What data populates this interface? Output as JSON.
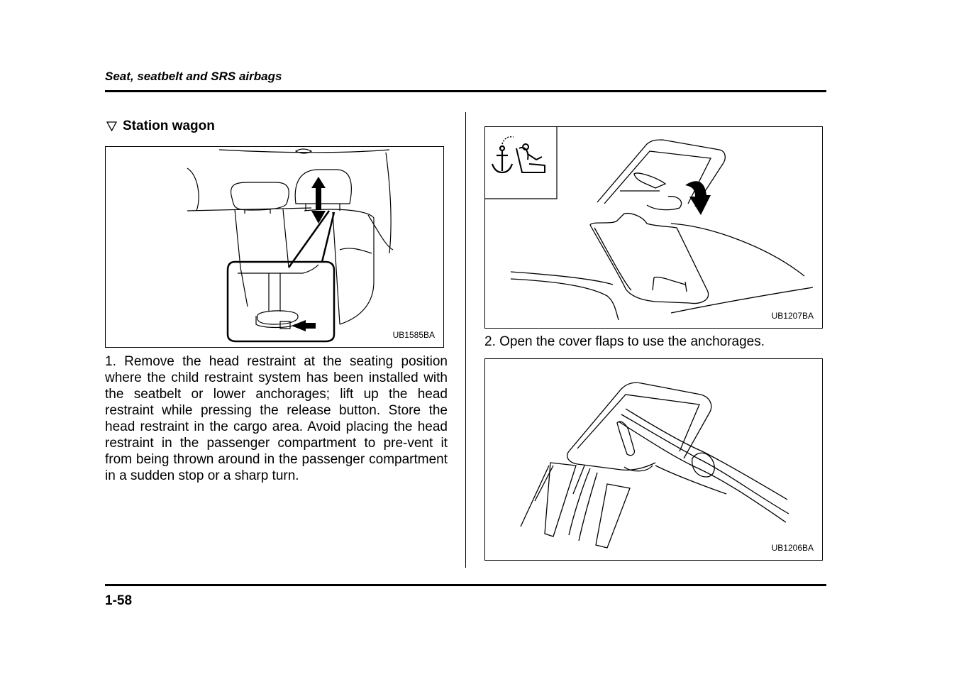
{
  "header": {
    "title": "Seat, seatbelt and SRS airbags"
  },
  "section": {
    "heading": "Station wagon",
    "marker_icon": "down-triangle-outline"
  },
  "figures": {
    "head_restraint": {
      "code": "UB1585BA"
    },
    "anchorage_cover": {
      "code": "UB1207BA",
      "inset_icon": "child-seat-anchor-icon"
    },
    "anchorage_hook": {
      "code": "UB1206BA"
    }
  },
  "steps": {
    "step1": "1. Remove the head restraint at the seating position where the child restraint system has been installed with the seatbelt or lower anchorages; lift up the head restraint while pressing the release button. Store the head restraint in the cargo area. Avoid placing the head restraint in the passenger compartment to pre-vent it from being thrown around in the passenger compartment in a sudden stop or a sharp turn.",
    "step2": "2. Open the cover flaps to use the anchorages."
  },
  "footer": {
    "page_number": "1-58"
  }
}
